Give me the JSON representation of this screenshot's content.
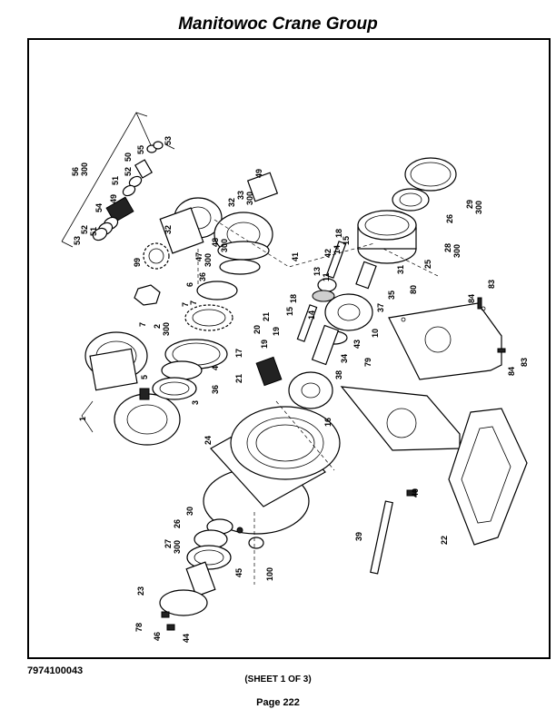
{
  "header": {
    "title": "Manitowoc Crane Group"
  },
  "footer": {
    "part_number": "7974100043",
    "sheet": "(SHEET 1 OF 3)",
    "page": "Page 222"
  },
  "callouts": {
    "c1": "1",
    "c2": "2",
    "c2b": "300",
    "c3": "3",
    "c4": "4",
    "c5": "5",
    "c6": "6",
    "c7a": "7",
    "c7b": "7",
    "c7c": "7",
    "c10": "10",
    "c11": "11",
    "c13": "13",
    "c14a": "14",
    "c14b": "14",
    "c15a": "15",
    "c15b": "15",
    "c16": "16",
    "c17": "17",
    "c18a": "18",
    "c18b": "18",
    "c19a": "19",
    "c19b": "19",
    "c20": "20",
    "c21a": "21",
    "c21b": "21",
    "c22": "22",
    "c23": "23",
    "c24": "24",
    "c25": "25",
    "c26a": "26",
    "c26b": "26",
    "c27": "27",
    "c27b": "300",
    "c28": "28",
    "c28b": "300",
    "c29": "29",
    "c29b": "300",
    "c30": "30",
    "c31": "31",
    "c32a": "32",
    "c32b": "32",
    "c33": "33",
    "c33b": "300",
    "c34": "34",
    "c35": "35",
    "c36a": "36",
    "c36b": "36",
    "c37": "37",
    "c38": "38",
    "c39": "39",
    "c40": "40",
    "c41": "41",
    "c42": "42",
    "c43": "43",
    "c44": "44",
    "c45": "45",
    "c46": "46",
    "c47": "47",
    "c47b": "300",
    "c48": "48",
    "c48b": "300",
    "c49a": "49",
    "c49b": "49",
    "c50": "50",
    "c51a": "51",
    "c51b": "51",
    "c52a": "52",
    "c52b": "52",
    "c53a": "53",
    "c53b": "53",
    "c54": "54",
    "c55": "55",
    "c56": "56",
    "c56b": "300",
    "c78": "78",
    "c79": "79",
    "c80": "80",
    "c83a": "83",
    "c83b": "83",
    "c84a": "84",
    "c84b": "84",
    "c99": "99",
    "c100": "100"
  }
}
